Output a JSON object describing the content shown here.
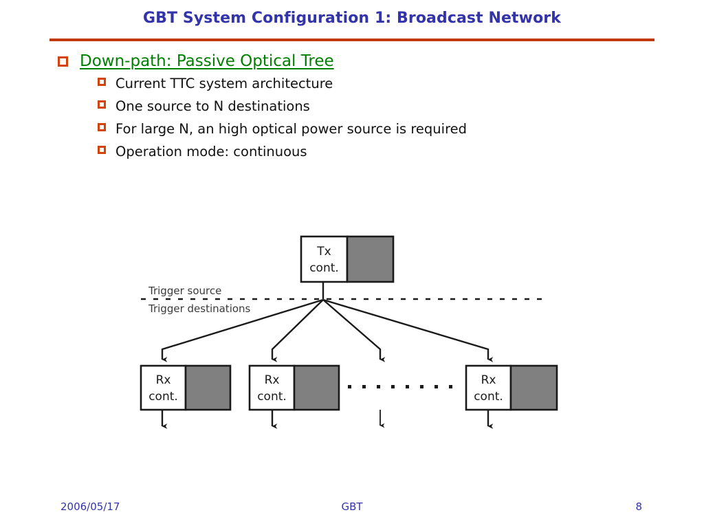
{
  "slide": {
    "title": "GBT System Configuration 1: Broadcast Network",
    "rule_color": "#c0380b",
    "title_color": "#3333aa"
  },
  "bullets": [
    {
      "level": 1,
      "text": "Down-path: Passive Optical Tree",
      "color": "#008000",
      "underline": true,
      "marker": "square-outline"
    },
    {
      "level": 2,
      "text": "Current TTC system architecture",
      "color": "#111111",
      "underline": false,
      "marker": "square-outline"
    },
    {
      "level": 2,
      "text": "One source to N destinations",
      "color": "#111111",
      "underline": false,
      "marker": "square-outline"
    },
    {
      "level": 2,
      "text": "For large N, an high optical power source is required",
      "color": "#111111",
      "underline": false,
      "marker": "square-outline"
    },
    {
      "level": 2,
      "text": "Operation mode: continuous",
      "color": "#111111",
      "underline": false,
      "marker": "square-outline"
    }
  ],
  "diagram": {
    "marker_color": "#d2440b",
    "block_fill_white": "#ffffff",
    "block_fill_gray": "#808080",
    "stroke": "#1a1a1a",
    "tx_block": {
      "line1": "Tx",
      "line2": "cont."
    },
    "rx_blocks": [
      {
        "line1": "Rx",
        "line2": "cont."
      },
      {
        "line1": "Rx",
        "line2": "cont."
      },
      {
        "line1": "Rx",
        "line2": "cont."
      }
    ],
    "divider_labels": {
      "above": "Trigger source",
      "below": "Trigger destinations"
    },
    "ellipsis_dots": 8,
    "branch_count": 4
  },
  "footer": {
    "date": "2006/05/17",
    "center": "GBT",
    "page": "8",
    "color": "#3333aa"
  }
}
